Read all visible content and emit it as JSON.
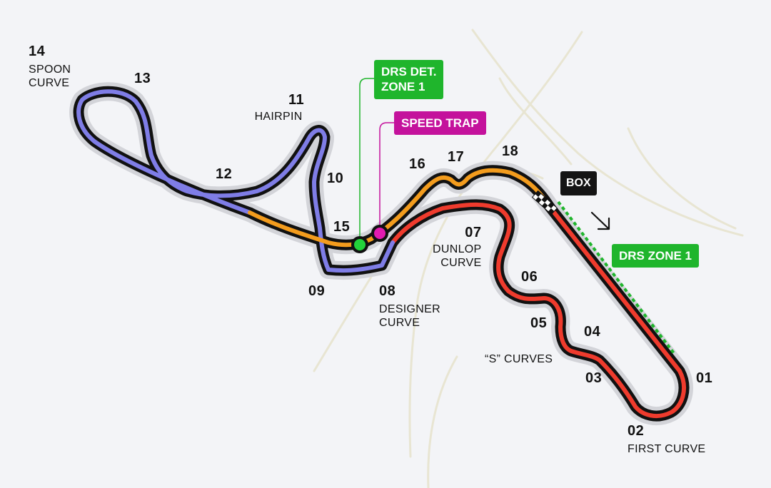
{
  "turns": {
    "t01": {
      "number": "01"
    },
    "t02": {
      "number": "02",
      "name": "FIRST CURVE"
    },
    "t03": {
      "number": "03"
    },
    "t04": {
      "number": "04"
    },
    "t05": {
      "number": "05"
    },
    "t06": {
      "number": "06"
    },
    "t07": {
      "number": "07",
      "name": "DUNLOP\nCURVE"
    },
    "t08": {
      "number": "08",
      "name": "DESIGNER\nCURVE"
    },
    "t09": {
      "number": "09"
    },
    "t10": {
      "number": "10"
    },
    "t11": {
      "number": "11",
      "name": "HAIRPIN"
    },
    "t12": {
      "number": "12"
    },
    "t13": {
      "number": "13"
    },
    "t14": {
      "number": "14",
      "name": "SPOON\nCURVE"
    },
    "t15": {
      "number": "15"
    },
    "t16": {
      "number": "16"
    },
    "t17": {
      "number": "17"
    },
    "t18": {
      "number": "18"
    }
  },
  "s_curves_label": "“S” CURVES",
  "tags": {
    "drs_detection": "DRS DET.\nZONE 1",
    "speed_trap": "SPEED TRAP",
    "box": "BOX",
    "drs_zone": "DRS ZONE 1"
  },
  "colors": {
    "background": "#f3f4f7",
    "sector1": "#ef3b2d",
    "sector2": "#7f7de6",
    "sector3": "#f39c1d",
    "drs": "#1fb52c",
    "speed_trap": "#d3139f",
    "track_outline": "#111111",
    "halo": "#d2d3d8",
    "roads": "#e6e3cf"
  }
}
